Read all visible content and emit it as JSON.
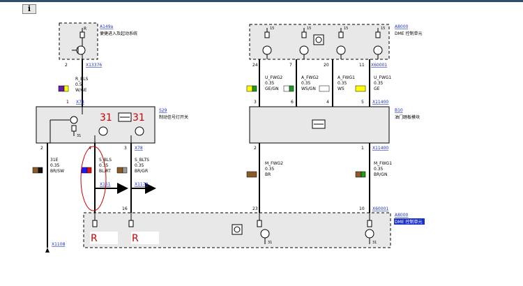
{
  "toolbar": {
    "info_icon": "info-icon",
    "info_glyph": "i"
  },
  "colors": {
    "violet": "#6a1fa3",
    "yellow": "#ffff00",
    "brown": "#8b5a2b",
    "black": "#111111",
    "blue": "#1a1aff",
    "red": "#e01010",
    "green": "#1e9a1e",
    "white": "#ffffff",
    "annotation_red": "#cc0000",
    "link_blue": "#1a2fcc"
  },
  "components": {
    "a149a": {
      "id": "A149a",
      "name": "便捷进入及起动系统",
      "pin_r": "R"
    },
    "a8000_top": {
      "id": "A8000",
      "name": "DME 控制单元",
      "fuse": "15"
    },
    "s29": {
      "id": "S29",
      "name": "制动信号灯开关",
      "ground": "31"
    },
    "b10": {
      "id": "B10",
      "name": "油门踏板模块"
    },
    "a8000_bottom": {
      "id": "A8000",
      "name": "DME 控制单元",
      "ground": "31"
    }
  },
  "connectors": {
    "x13376": "X13376",
    "x78_top": "X78",
    "x78_bottom": "X78",
    "x60001_top": "X60001",
    "x11400_top": "X11400",
    "x11400_bottom": "X11400",
    "x60001_bottom": "X60001",
    "x151": "X151",
    "x1179": "X1179",
    "x1108": "X1108"
  },
  "pins": {
    "a149a_pin": "2",
    "x78_top_pin": "1",
    "s29_left_pin": "2",
    "s29_mid_pin": "4",
    "s29_right_pin": "3",
    "dme_top": [
      "24",
      "7",
      "20",
      "11"
    ],
    "b10_top": [
      "3",
      "6",
      "4",
      "5"
    ],
    "b10_bottom": [
      "2",
      "1"
    ],
    "dme_bottom": [
      "23",
      "10"
    ],
    "splice_pin": "16"
  },
  "wires": {
    "r_bls": {
      "signal": "R_BLS",
      "size": "0.5",
      "color": "W/GE"
    },
    "w31e": {
      "signal": "31E",
      "size": "0.35",
      "color": "BR/SW"
    },
    "s_bls": {
      "signal": "S_BLS",
      "size": "0.35",
      "color": "BL/RT"
    },
    "s_blts": {
      "signal": "S_BLTS",
      "size": "0.35",
      "color": "BR/GR"
    },
    "u_fwg2": {
      "signal": "U_FWG2",
      "size": "0.35",
      "color": "GE/GN"
    },
    "a_fwg2": {
      "signal": "A_FWG2",
      "size": "0.35",
      "color": "WS/GN"
    },
    "a_fwg1": {
      "signal": "A_FWG1",
      "size": "0.35",
      "color": "WS"
    },
    "u_fwg1": {
      "signal": "U_FWG1",
      "size": "0.35",
      "color": "GE"
    },
    "m_fwg2": {
      "signal": "M_FWG2",
      "size": "0.35",
      "color": "BR"
    },
    "m_fwg1": {
      "signal": "M_FWG1",
      "size": "0.35",
      "color": "BR/GN"
    }
  },
  "annotations": {
    "callout_31": "31",
    "callout_r": "R"
  }
}
